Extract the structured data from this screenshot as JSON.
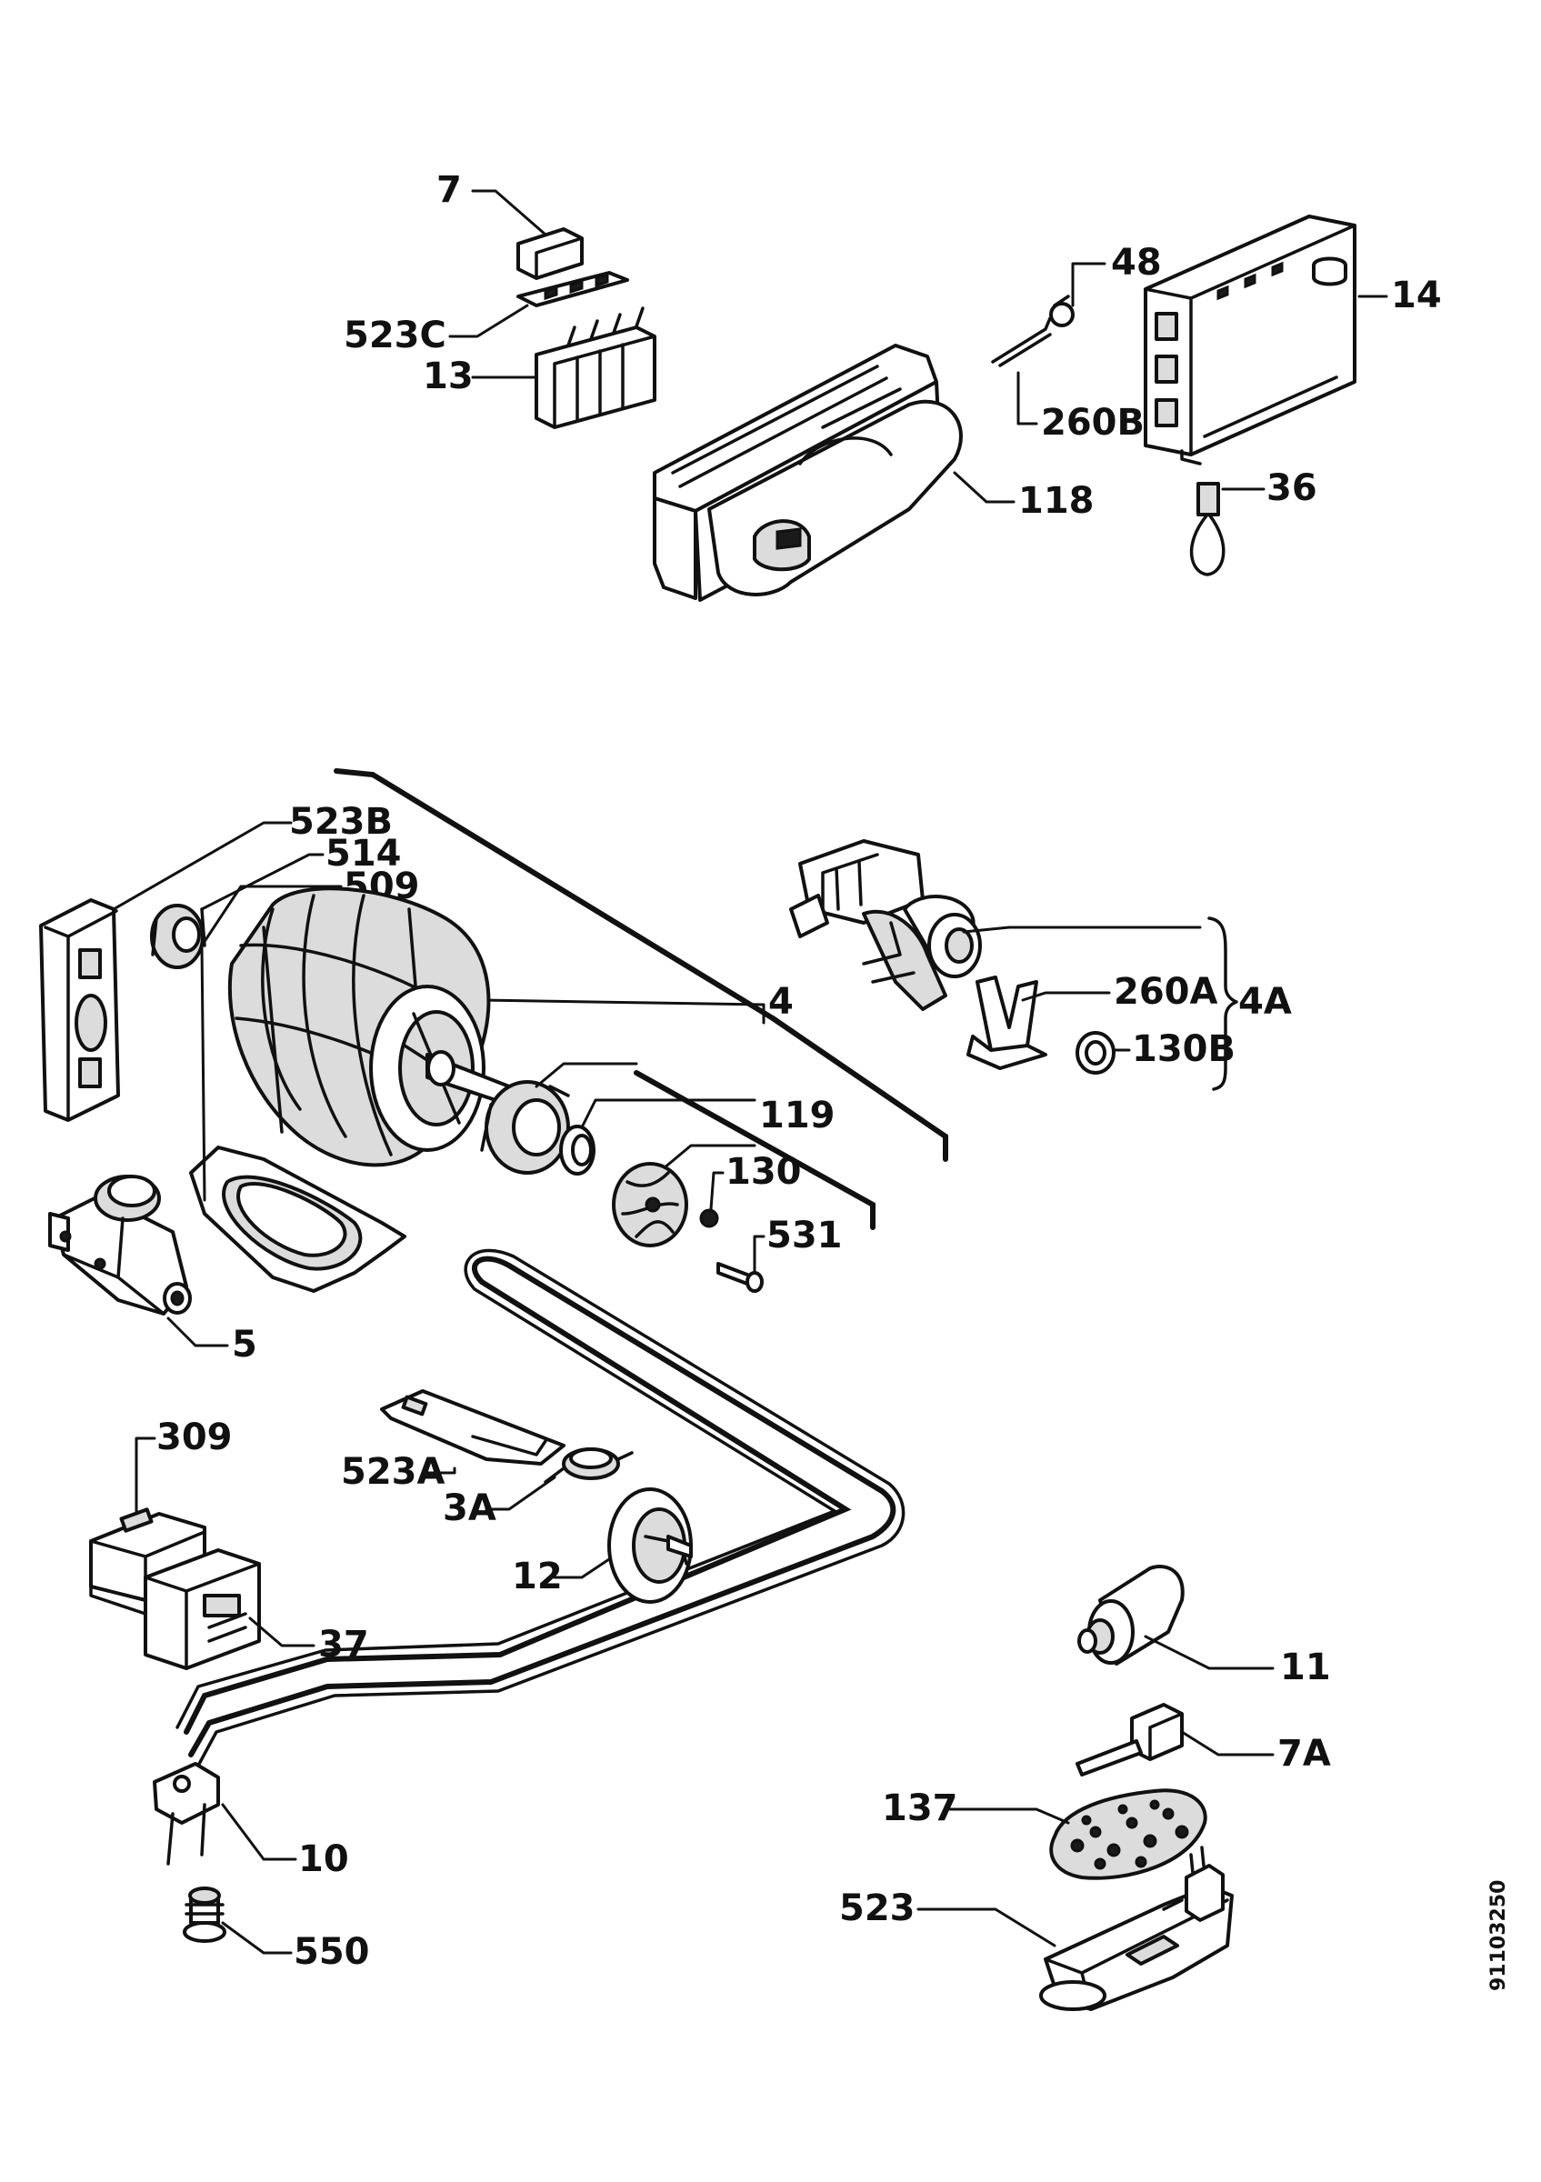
{
  "labels": {
    "p7": "7",
    "p523C": "523C",
    "p13": "13",
    "p48": "48",
    "p14": "14",
    "p260B": "260B",
    "p118": "118",
    "p36": "36",
    "p523B": "523B",
    "p514": "514",
    "p509": "509",
    "p4": "4",
    "p260A": "260A",
    "p4A": "4A",
    "p130B": "130B",
    "p119": "119",
    "p130": "130",
    "p531": "531",
    "p5": "5",
    "p309": "309",
    "p523A": "523A",
    "p3A": "3A",
    "p12": "12",
    "p37": "37",
    "p11": "11",
    "p7A": "7A",
    "p137": "137",
    "p523": "523",
    "p10": "10",
    "p550": "550"
  },
  "drawing_number": "91103250",
  "colors": {
    "line": "#111111",
    "background": "#ffffff"
  }
}
